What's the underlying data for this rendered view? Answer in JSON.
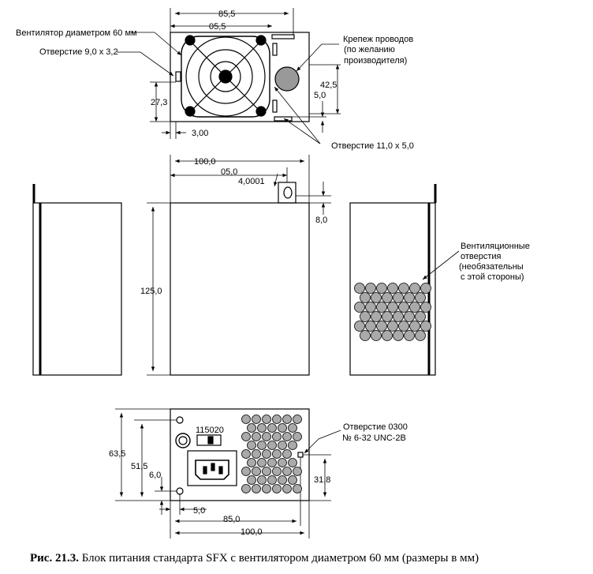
{
  "top_view": {
    "width_total": "85,5",
    "width_inner": "05,5",
    "fan_label": "Вентилятор диаметром 60 мм",
    "hole_label": "Отверстие 9,0 x 3,2",
    "clamp_label_1": "Крепеж проводов",
    "clamp_label_2": "(по желанию",
    "clamp_label_3": "производителя)",
    "dim_42_5": "42,5",
    "dim_5_0": "5,0",
    "dim_27_3": "27,3",
    "dim_3_00": "3,00",
    "slot_label": "Отверстие 11,0 x 5,0"
  },
  "middle_view": {
    "width_total": "100,0",
    "width_inner": "05,0",
    "hole_dim": "4,0001",
    "height": "125,0",
    "dim_8_0": "8,0",
    "vent_label_1": "Вентиляционные",
    "vent_label_2": "отверстия",
    "vent_label_3": "(необязательны",
    "vent_label_4": "с этой стороны)"
  },
  "bottom_view": {
    "switch_label": "115020",
    "height_total": "63,5",
    "height_51_5": "51,5",
    "dim_6_0": "6,0",
    "hole_label_1": "Отверстие 0300",
    "hole_label_2": "№ 6-32 UNC-2B",
    "dim_31_8": "31,8",
    "dim_5_0": "5,0",
    "dim_85_0": "85,0",
    "width_total": "100,0"
  },
  "caption": {
    "prefix": "Рис. 21.3.",
    "text": " Блок питания стандарта SFX с вентилятором диаметром 60 мм (размеры в мм)"
  }
}
